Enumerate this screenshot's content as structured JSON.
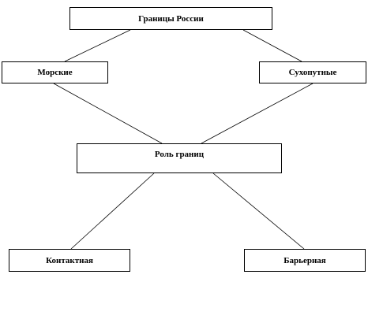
{
  "diagram": {
    "root": {
      "label": "Границы России"
    },
    "sea": {
      "label": "Морские"
    },
    "land": {
      "label": "Сухопутные"
    },
    "role": {
      "label": "Роль границ"
    },
    "contact": {
      "label": "Контактная"
    },
    "barrier": {
      "label": "Барьерная"
    },
    "line_color": "#000000"
  }
}
